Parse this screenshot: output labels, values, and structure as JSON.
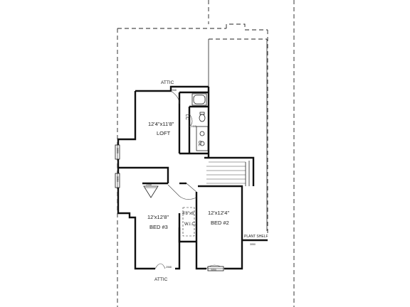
{
  "labels": {
    "attic_top": "ATTIC",
    "attic_bottom": "ATTIC",
    "loft_size": "12'4\"x11'8\"",
    "loft_name": "LOFT",
    "bed3_size": "12'x12'8\"",
    "bed3_name": "BED #3",
    "bed2_size": "12'x12'4\"",
    "bed2_name": "BED #2",
    "wic_size": "4'8\"x6'",
    "wic_name": "W.I.C.",
    "lc": "LC",
    "cl": "CL",
    "plant_shelf": "PLANT SHELF"
  },
  "opening_tags": {
    "attic_door_top": "2068",
    "attic_door_bottom": "2068",
    "bath_door": "2468",
    "window_left_upper": "3050",
    "window_left_lower": "3050",
    "bed3_closet": "2068",
    "window_bed2": "3050",
    "plant_shelf_tag": "3050"
  }
}
